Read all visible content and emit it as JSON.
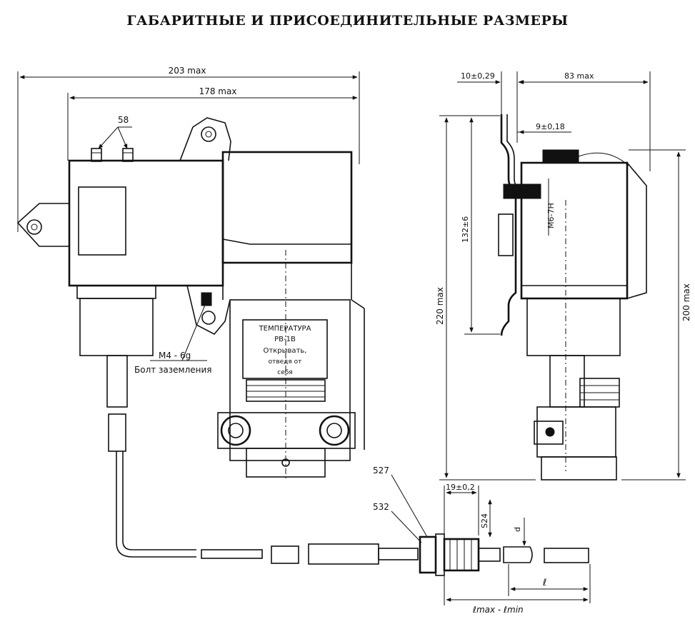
{
  "title": "ГАБАРИТНЫЕ И ПРИСОЕДИНИТЕЛЬНЫЕ РАЗМЕРЫ",
  "front_view": {
    "dim_overall_width": "203 max",
    "dim_body_width": "178 max",
    "dim_holes": "58",
    "thread_label": "М4 - 6g",
    "ground_bolt_label": "Болт заземления",
    "nameplate": [
      "ТЕМПЕРАТУРА",
      "РВ-1В",
      "Открывать,",
      "отведя от",
      "себя"
    ]
  },
  "side_view": {
    "dim_panel_offset": "10±0,29",
    "dim_depth": "83 max",
    "dim_mount": "9±0,18",
    "dim_upper_height": "132±6",
    "dim_total_height": "220 max",
    "dim_body_height": "200 max",
    "thread_label": "М6-7Н"
  },
  "sensor": {
    "part_a": "527",
    "part_b": "532",
    "dim_nut": "19±0,2",
    "dim_flats": "S24",
    "dim_diameter": "d",
    "dim_l": "ℓ",
    "dim_range": "ℓmax - ℓmin"
  }
}
